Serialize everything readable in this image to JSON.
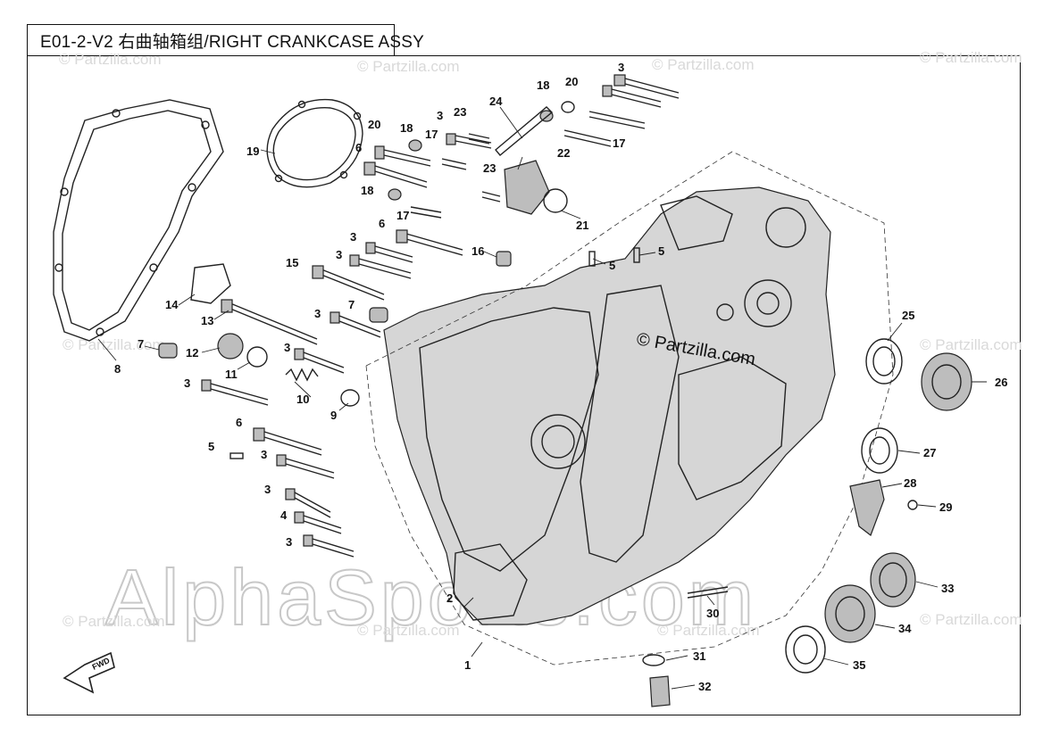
{
  "diagram_title": "E01-2-V2 右曲轴箱组/RIGHT CRANKCASE ASSY",
  "watermarks": {
    "repeated": "© Partzilla.com",
    "main": "© Partzilla.com",
    "large": "AlphaSports.com"
  },
  "direction_marker": "FWD",
  "callouts": [
    "1",
    "2",
    "3",
    "3",
    "3",
    "3",
    "3",
    "3",
    "3",
    "3",
    "3",
    "3",
    "4",
    "5",
    "5",
    "5",
    "6",
    "6",
    "6",
    "7",
    "7",
    "8",
    "9",
    "10",
    "11",
    "12",
    "13",
    "14",
    "15",
    "16",
    "17",
    "17",
    "17",
    "18",
    "18",
    "18",
    "19",
    "20",
    "20",
    "21",
    "22",
    "23",
    "23",
    "24",
    "25",
    "26",
    "27",
    "28",
    "29",
    "30",
    "31",
    "32",
    "33",
    "34",
    "35"
  ]
}
